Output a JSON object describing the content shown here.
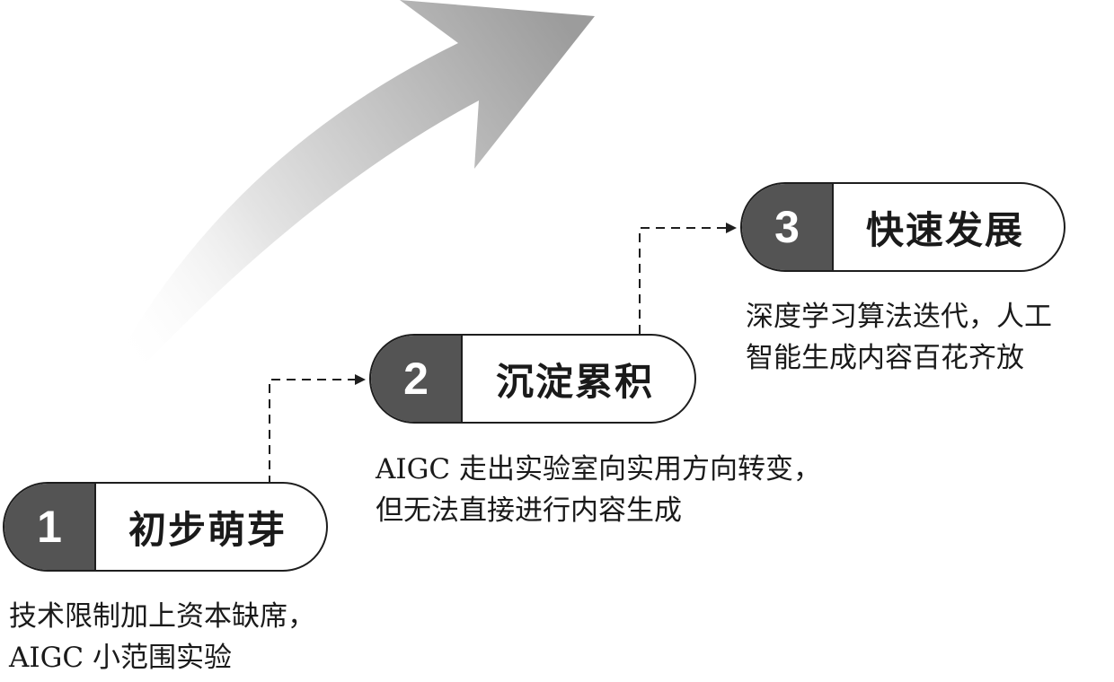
{
  "colors": {
    "number_box": "#545454",
    "outline": "#1e1e1e",
    "arrow_dark": "#9a9a9a",
    "arrow_light": "#ffffff"
  },
  "stages": [
    {
      "number": "1",
      "title": "初步萌芽",
      "description": [
        "技术限制加上资本缺席，",
        "AIGC 小范围实验"
      ]
    },
    {
      "number": "2",
      "title": "沉淀累积",
      "description": [
        "AIGC 走出实验室向实用方向转变，",
        "但无法直接进行内容生成"
      ]
    },
    {
      "number": "3",
      "title": "快速发展",
      "description": [
        "深度学习算法迭代，人工",
        "智能生成内容百花齐放"
      ]
    }
  ]
}
